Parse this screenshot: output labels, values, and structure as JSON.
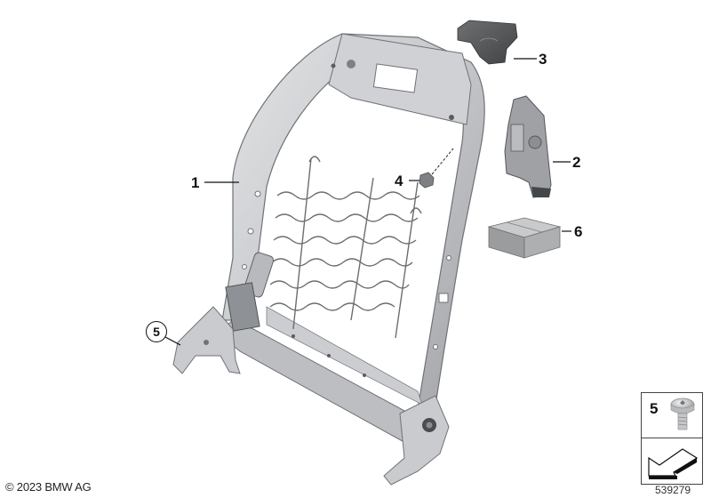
{
  "diagram": {
    "title": "Seat backrest frame parts diagram",
    "callouts": [
      {
        "id": "1",
        "label": "1",
        "part": "backrest-frame"
      },
      {
        "id": "2",
        "label": "2",
        "part": "bracket-assembly"
      },
      {
        "id": "3",
        "label": "3",
        "part": "headrest-guide-cover"
      },
      {
        "id": "4",
        "label": "4",
        "part": "clip"
      },
      {
        "id": "5",
        "label": "5",
        "part": "screw",
        "circled": true
      },
      {
        "id": "6",
        "label": "6",
        "part": "parts-box"
      }
    ]
  },
  "legend": {
    "part_number": "5",
    "part_icon": "torx-screw-icon",
    "direction_icon": "arrow-down-left-icon"
  },
  "footer": {
    "copyright": "© 2023 BMW AG",
    "diagram_id": "539279"
  },
  "colors": {
    "frame_light": "#d8d9db",
    "frame_mid": "#b3b5b8",
    "frame_dark": "#7d8084",
    "part_dark": "#5a5c5e",
    "box_gray": "#a4a6a8",
    "text": "#111111"
  }
}
